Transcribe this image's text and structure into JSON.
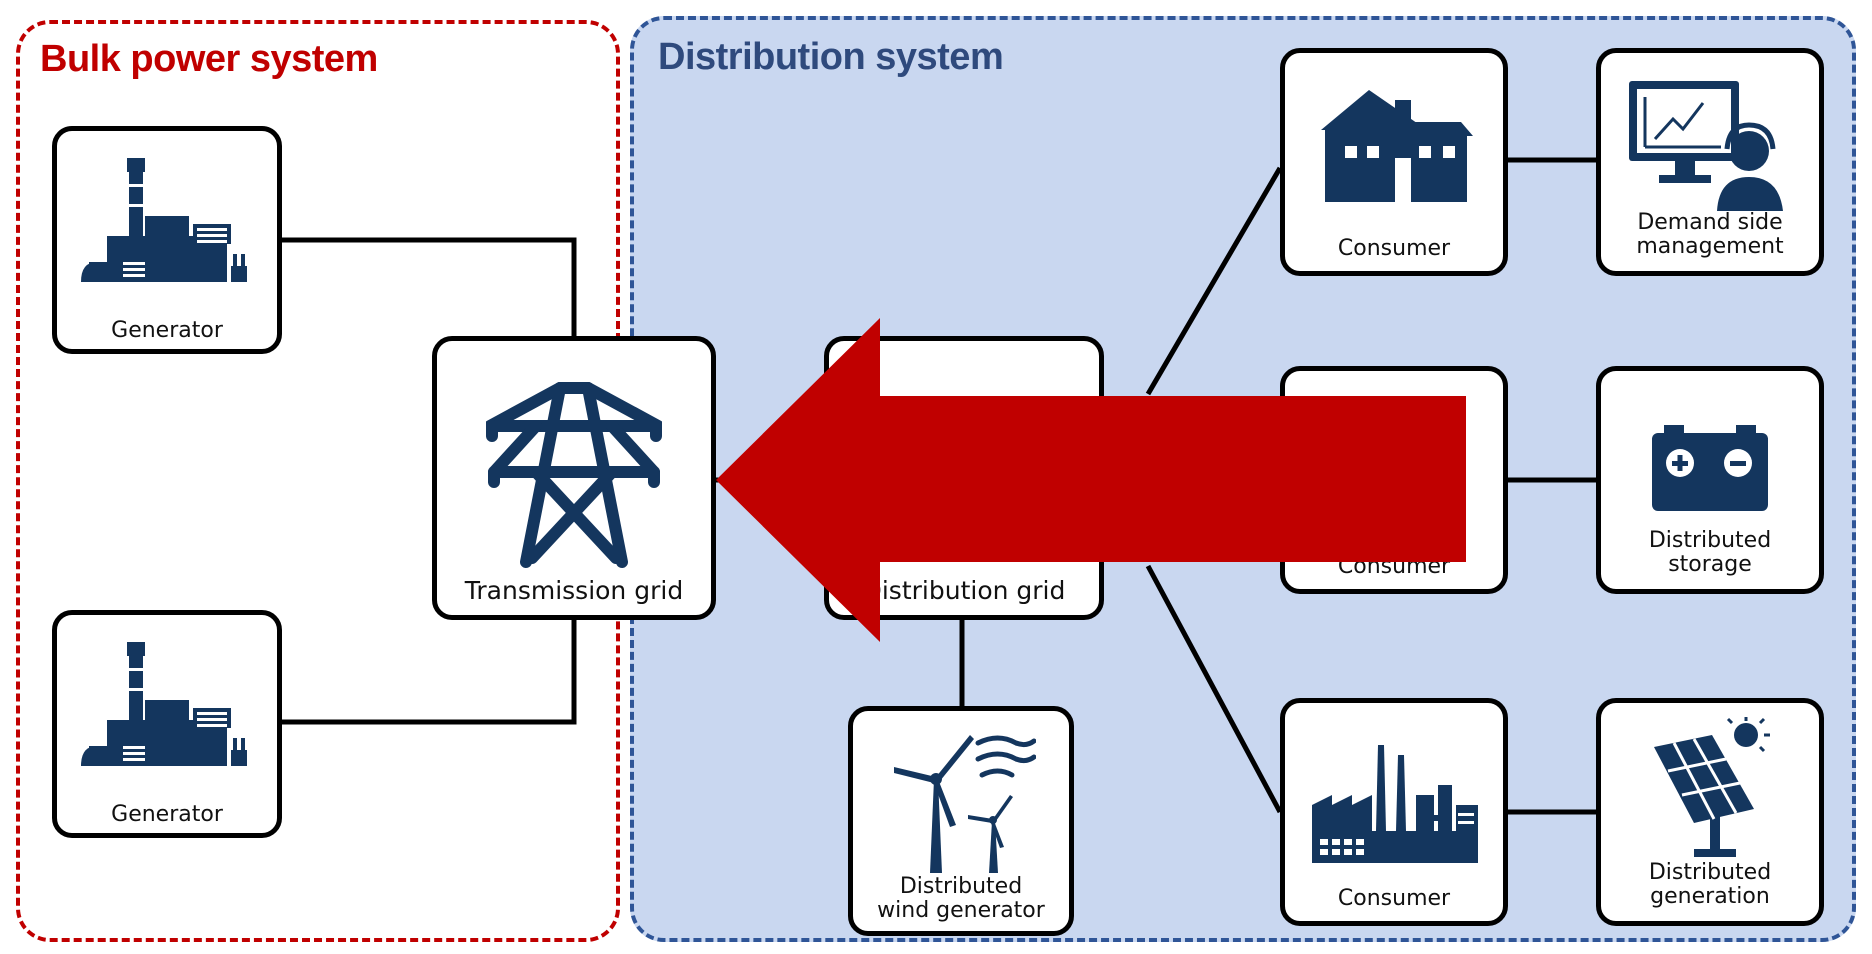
{
  "regions": {
    "bulk": {
      "title": "Bulk power system"
    },
    "distribution": {
      "title": "Distribution system"
    }
  },
  "nodes": {
    "generator_top": {
      "label": "Generator",
      "icon": "power-plant-icon"
    },
    "generator_bottom": {
      "label": "Generator",
      "icon": "power-plant-icon"
    },
    "transmission_grid": {
      "label": "Transmission grid",
      "icon": "transmission-tower-icon"
    },
    "distribution_grid": {
      "label": "Distribution grid",
      "icon": "substation-icon"
    },
    "wind_generator": {
      "label_line1": "Distributed",
      "label_line2": "wind generator",
      "icon": "wind-turbine-icon"
    },
    "consumer_top": {
      "label": "Consumer",
      "icon": "house-icon"
    },
    "consumer_middle": {
      "label": "Consumer",
      "icon": "building-icon"
    },
    "consumer_bottom": {
      "label": "Consumer",
      "icon": "factory-icon"
    },
    "demand_side": {
      "label_line1": "Demand side",
      "label_line2": "management",
      "icon": "monitor-operator-icon"
    },
    "storage": {
      "label_line1": "Distributed",
      "label_line2": "storage",
      "icon": "battery-icon"
    },
    "generation": {
      "label_line1": "Distributed",
      "label_line2": "generation",
      "icon": "solar-panel-icon"
    }
  },
  "colors": {
    "bulk_border": "#c00000",
    "distribution_border": "#2f5597",
    "distribution_fill": "#c9d7f0",
    "icon": "#14365e",
    "arrow": "#c00000"
  }
}
